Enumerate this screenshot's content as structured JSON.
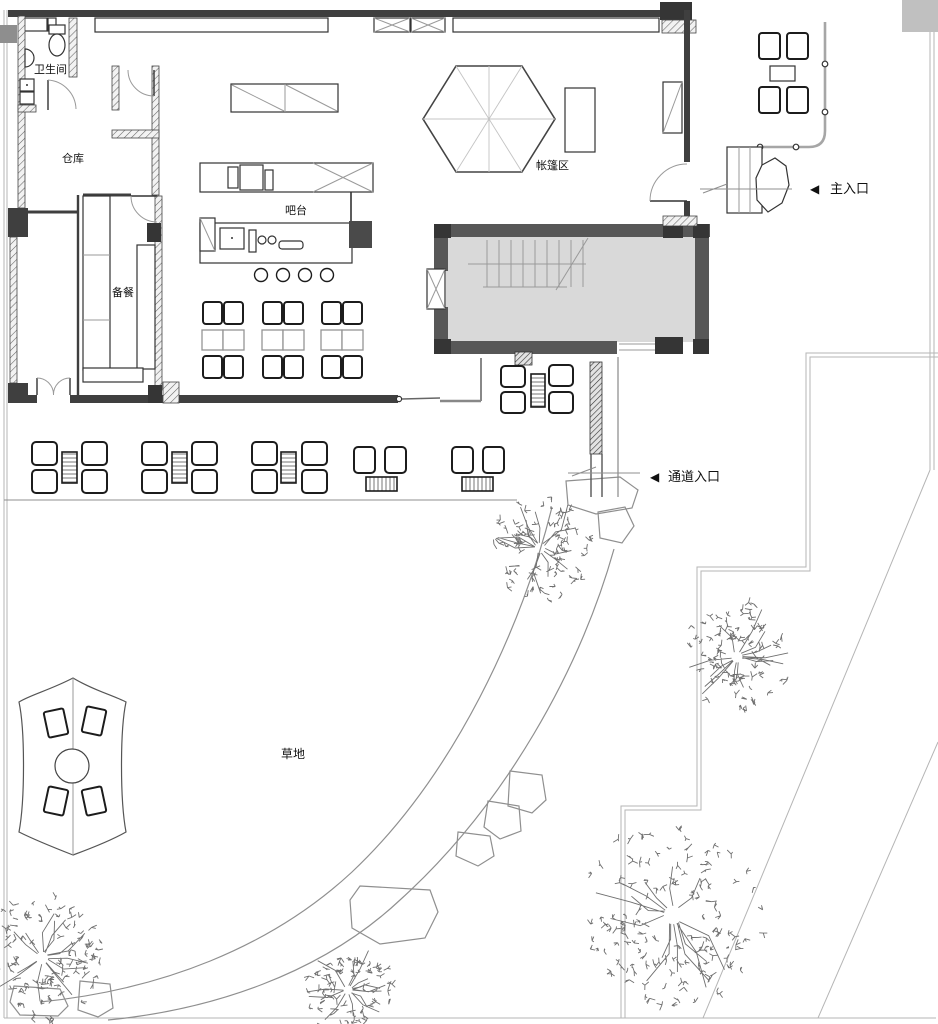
{
  "plan_type": "cafe-floor-plan",
  "labels": {
    "washroom": "卫生间",
    "storage": "仓库",
    "prep": "备餐",
    "bar": "吧台",
    "tent_area": "帐篷区",
    "lawn": "草地",
    "main_entrance": "主入口",
    "passage_entrance": "通道入口"
  },
  "icons": {
    "main_entrance_arrow": "◀",
    "passage_entrance_arrow": "◀"
  },
  "colors": {
    "wall_dark": "#3f3f3f",
    "stair_wall": "#575757",
    "stair_fill": "#d9d9d9",
    "boundary_line": "#b5b5b5",
    "foliage": "#6f6f6f",
    "paper": "#ffffff"
  }
}
